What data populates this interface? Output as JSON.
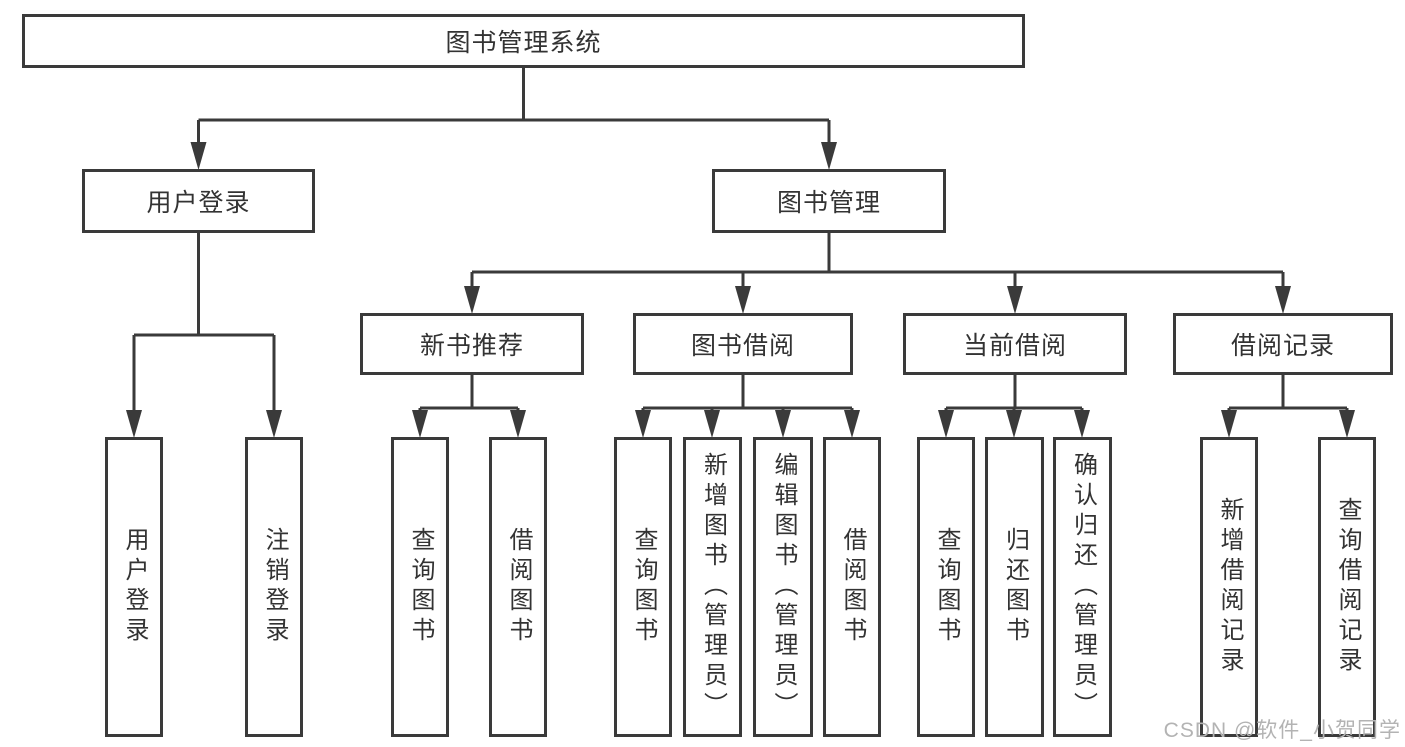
{
  "diagram": {
    "root": {
      "label": "图书管理系统"
    },
    "branches": [
      {
        "label": "用户登录",
        "children": [
          {
            "label": "用户登录"
          },
          {
            "label": "注销登录"
          }
        ]
      },
      {
        "label": "图书管理",
        "children": [
          {
            "label": "新书推荐",
            "children": [
              {
                "label": "查询图书"
              },
              {
                "label": "借阅图书"
              }
            ]
          },
          {
            "label": "图书借阅",
            "children": [
              {
                "label": "查询图书"
              },
              {
                "label": "新增图书（管理员）"
              },
              {
                "label": "编辑图书（管理员）"
              },
              {
                "label": "借阅图书"
              }
            ]
          },
          {
            "label": "当前借阅",
            "children": [
              {
                "label": "查询图书"
              },
              {
                "label": "归还图书"
              },
              {
                "label": "确认归还（管理员）"
              }
            ]
          },
          {
            "label": "借阅记录",
            "children": [
              {
                "label": "新增借阅记录"
              },
              {
                "label": "查询借阅记录"
              }
            ]
          }
        ]
      }
    ]
  },
  "watermark": {
    "text": "CSDN @软件_小贺同学"
  },
  "colors": {
    "line": "#3a3a3a",
    "text": "#333333",
    "watermark": "#b3b3b3",
    "background": "#ffffff"
  }
}
